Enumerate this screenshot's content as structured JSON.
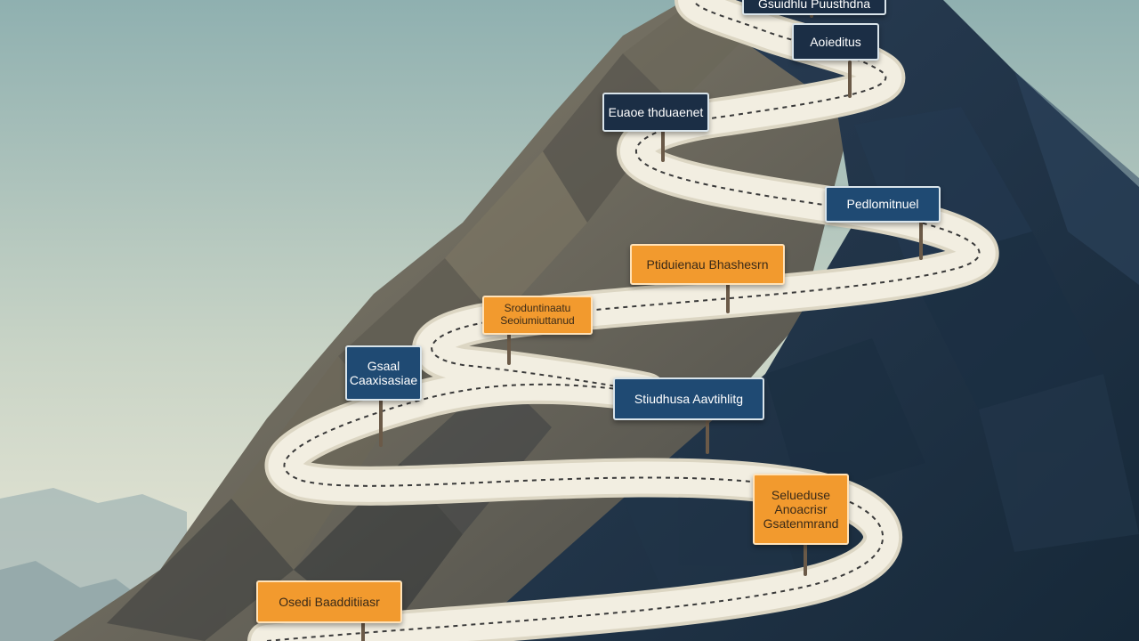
{
  "scene": {
    "colors": {
      "sky_top": "#8fb0b0",
      "sky_bottom": "#e9ead9",
      "mountain_light": "#7a7566",
      "mountain_dark": "#1e3347",
      "path": "#eeeadb",
      "sign_dark": "#1f4a73",
      "sign_navy": "#1b2e45",
      "sign_orange": "#f29a2e"
    }
  },
  "signs": {
    "s1": {
      "lines": [
        "Gsuidhlu Puusthdna"
      ],
      "style": "dark"
    },
    "s2": {
      "lines": [
        "Aoieditus"
      ],
      "style": "dark"
    },
    "s3": {
      "lines": [
        "Euaoe thduaenet"
      ],
      "style": "dark"
    },
    "s4": {
      "lines": [
        "Pedlomitnuel"
      ],
      "style": "dark"
    },
    "s5": {
      "lines": [
        "Ptiduienau Bhashesrn"
      ],
      "style": "orange"
    },
    "s6": {
      "lines": [
        "Sroduntinaatu",
        "Seoiumiuttanud"
      ],
      "style": "orange"
    },
    "s7": {
      "lines": [
        "Gsaal",
        "Caaxisasiae"
      ],
      "style": "dark"
    },
    "s8": {
      "lines": [
        "Stiudhusa Aavtihlitg"
      ],
      "style": "dark"
    },
    "s9": {
      "lines": [
        "Selueduse",
        "Anoacrisr",
        "Gsatenmrand"
      ],
      "style": "orange"
    },
    "s10": {
      "lines": [
        "Osedi Baadditiiasr"
      ],
      "style": "orange"
    }
  }
}
